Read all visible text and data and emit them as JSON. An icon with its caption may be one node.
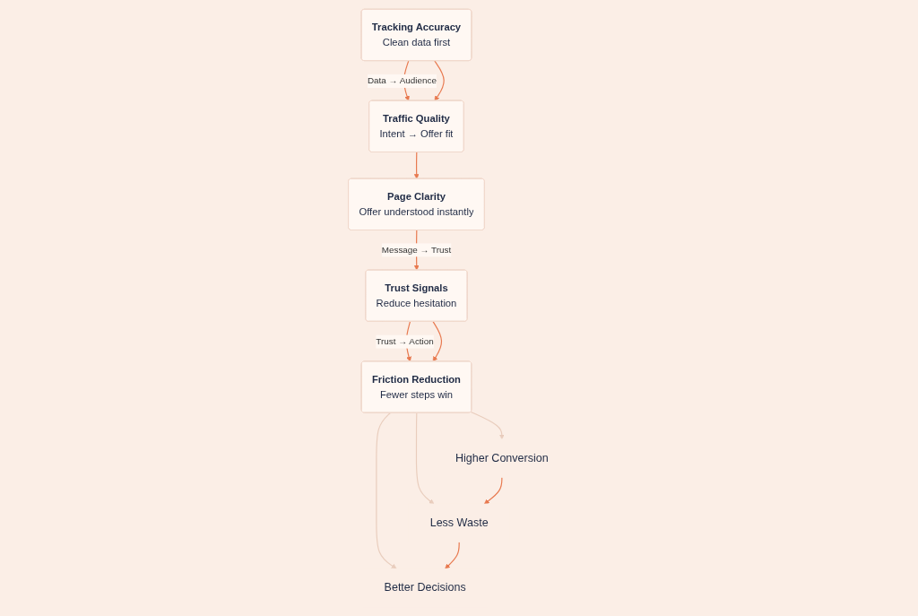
{
  "diagram": {
    "nodes": [
      {
        "text": [
          "Tracking Accuracy",
          "Clean data first"
        ]
      },
      {
        "text": [
          "Traffic Quality",
          "Intent → Offer fit"
        ]
      },
      {
        "text": [
          "Page Clarity",
          "Offer understood instantly"
        ]
      },
      {
        "text": [
          "Trust Signals",
          "Reduce hesitation"
        ]
      },
      {
        "text": [
          "Friction Reduction",
          "Fewer steps win"
        ]
      },
      {
        "text": [
          "Higher Conversion"
        ]
      },
      {
        "text": [
          "Less Waste"
        ]
      },
      {
        "text": [
          "Better Decisions"
        ]
      }
    ],
    "edges": [
      {
        "from": 0,
        "to": 1,
        "arrow": "to",
        "label": "Data → Audience"
      },
      {
        "from": 0,
        "to": 1,
        "arrow": "to"
      },
      {
        "from": 1,
        "to": 2,
        "arrow": "to"
      },
      {
        "from": 2,
        "to": 3,
        "arrow": "to",
        "label": "Message → Trust"
      },
      {
        "from": 3,
        "to": 4,
        "arrow": "to",
        "label": "Trust → Action"
      },
      {
        "from": 3,
        "to": 4,
        "arrow": "to"
      },
      {
        "from": 4,
        "to": 5,
        "arrow": "to",
        "color": "#e9cdbd"
      },
      {
        "from": 4,
        "to": 6,
        "arrow": "to",
        "color": "#e9cdbd"
      },
      {
        "from": 4,
        "to": 7,
        "arrow": "to",
        "color": "#e9cdbd"
      },
      {
        "from": 5,
        "to": 6,
        "arrow": "to"
      },
      {
        "from": 6,
        "to": 7,
        "arrow": "to"
      }
    ]
  }
}
